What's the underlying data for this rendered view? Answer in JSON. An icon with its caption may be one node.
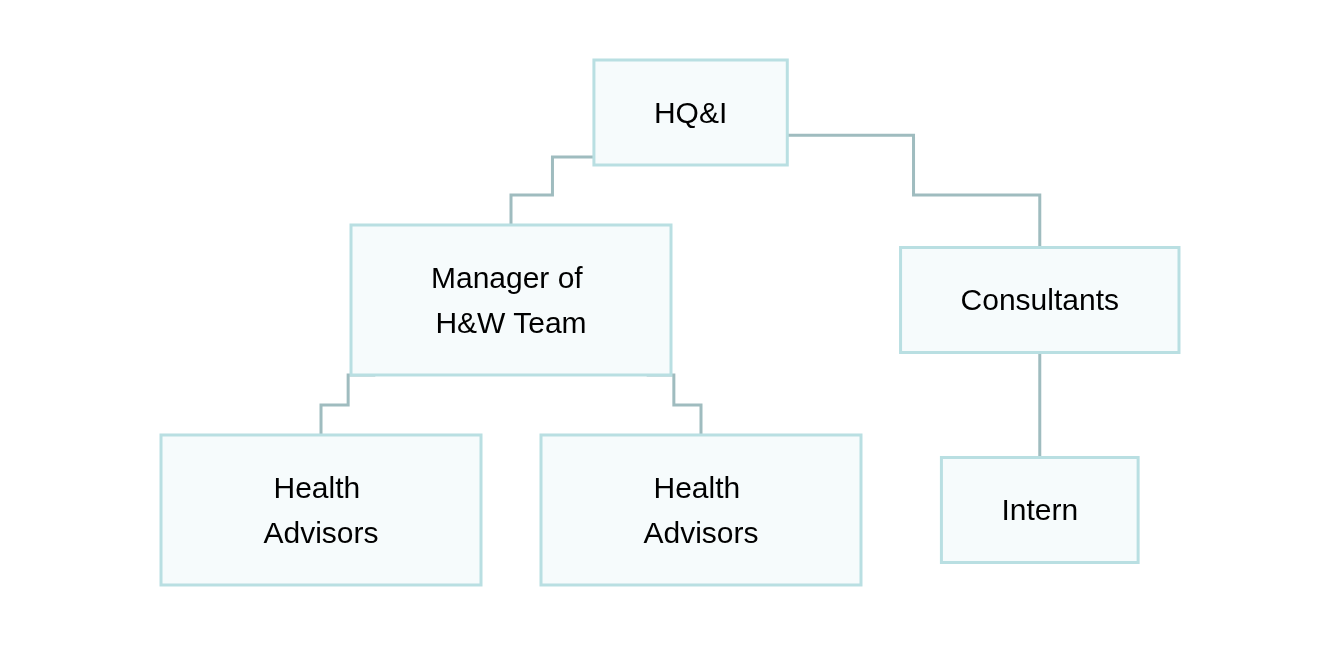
{
  "diagram": {
    "nodes": [
      {
        "text": [
          "HQ&I"
        ]
      },
      {
        "text": [
          "Manager of H&W Team"
        ]
      },
      {
        "text": [
          "Consultants"
        ]
      },
      {
        "text": [
          "Health Advisors"
        ]
      },
      {
        "text": [
          "Health Advisors"
        ]
      },
      {
        "text": [
          "Intern"
        ]
      }
    ],
    "edges": [
      {
        "from": 0,
        "to": 1,
        "arrow": "none"
      },
      {
        "from": 0,
        "to": 2,
        "arrow": "none"
      },
      {
        "from": 1,
        "to": 3,
        "arrow": "none"
      },
      {
        "from": 1,
        "to": 4,
        "arrow": "none"
      },
      {
        "from": 2,
        "to": 5,
        "arrow": "none"
      }
    ]
  }
}
